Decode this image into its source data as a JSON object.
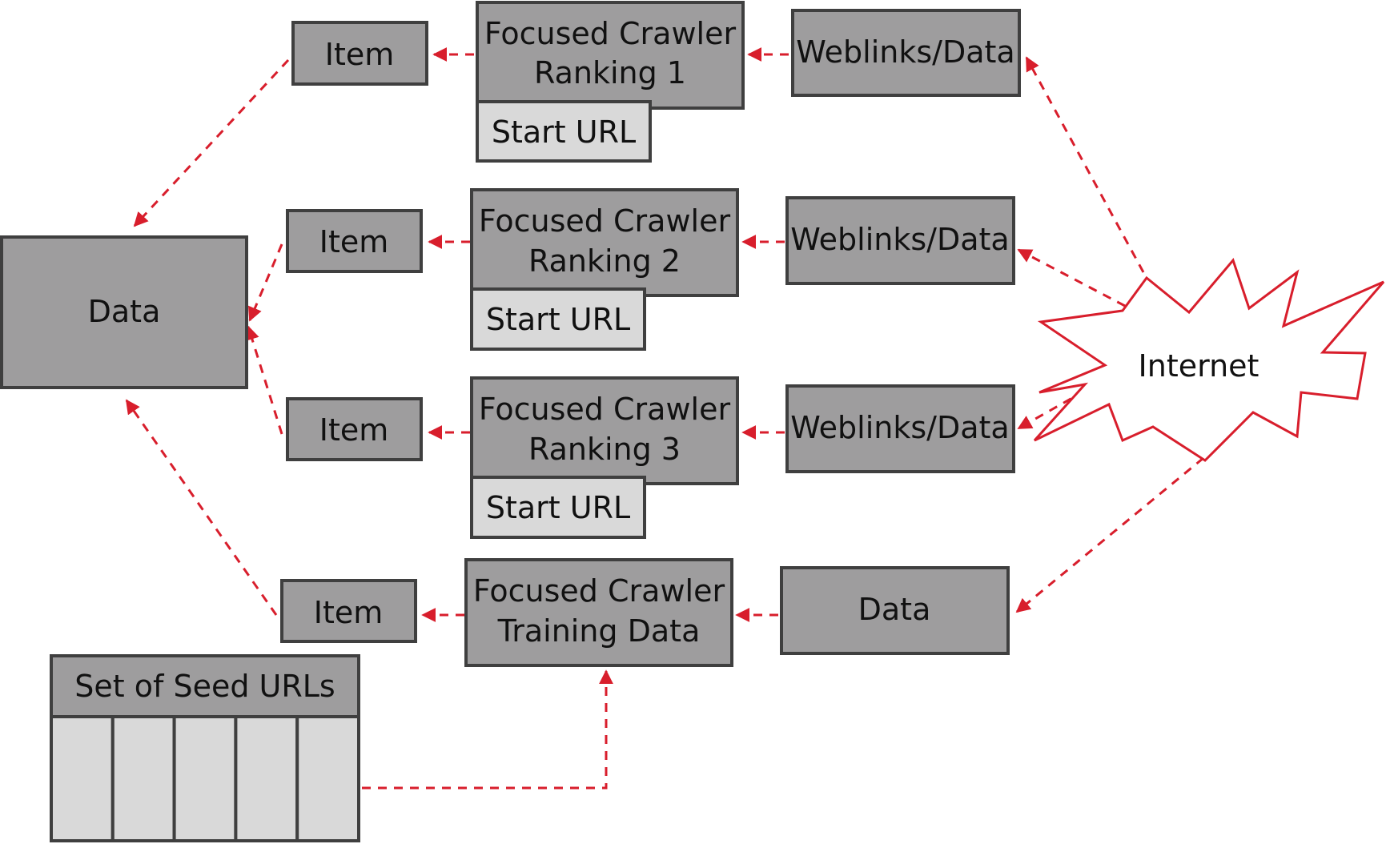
{
  "colors": {
    "box_dark": "#9e9d9e",
    "box_light": "#d9d9d9",
    "border": "#3f3f3f",
    "arrow": "#d81e2c",
    "background": "#ffffff"
  },
  "diagram": {
    "crawlers": [
      {
        "line1": "Focused Crawler",
        "line2": "Ranking 1",
        "start_url": "Start URL",
        "item": "Item",
        "source": "Weblinks/Data"
      },
      {
        "line1": "Focused Crawler",
        "line2": "Ranking 2",
        "start_url": "Start URL",
        "item": "Item",
        "source": "Weblinks/Data"
      },
      {
        "line1": "Focused Crawler",
        "line2": "Ranking 3",
        "start_url": "Start URL",
        "item": "Item",
        "source": "Weblinks/Data"
      }
    ],
    "training": {
      "line1": "Focused Crawler",
      "line2": "Training Data",
      "item": "Item",
      "source": "Data"
    },
    "data_store": "Data",
    "internet": "Internet",
    "seed": {
      "title": "Set of Seed URLs",
      "cells": 5
    }
  }
}
